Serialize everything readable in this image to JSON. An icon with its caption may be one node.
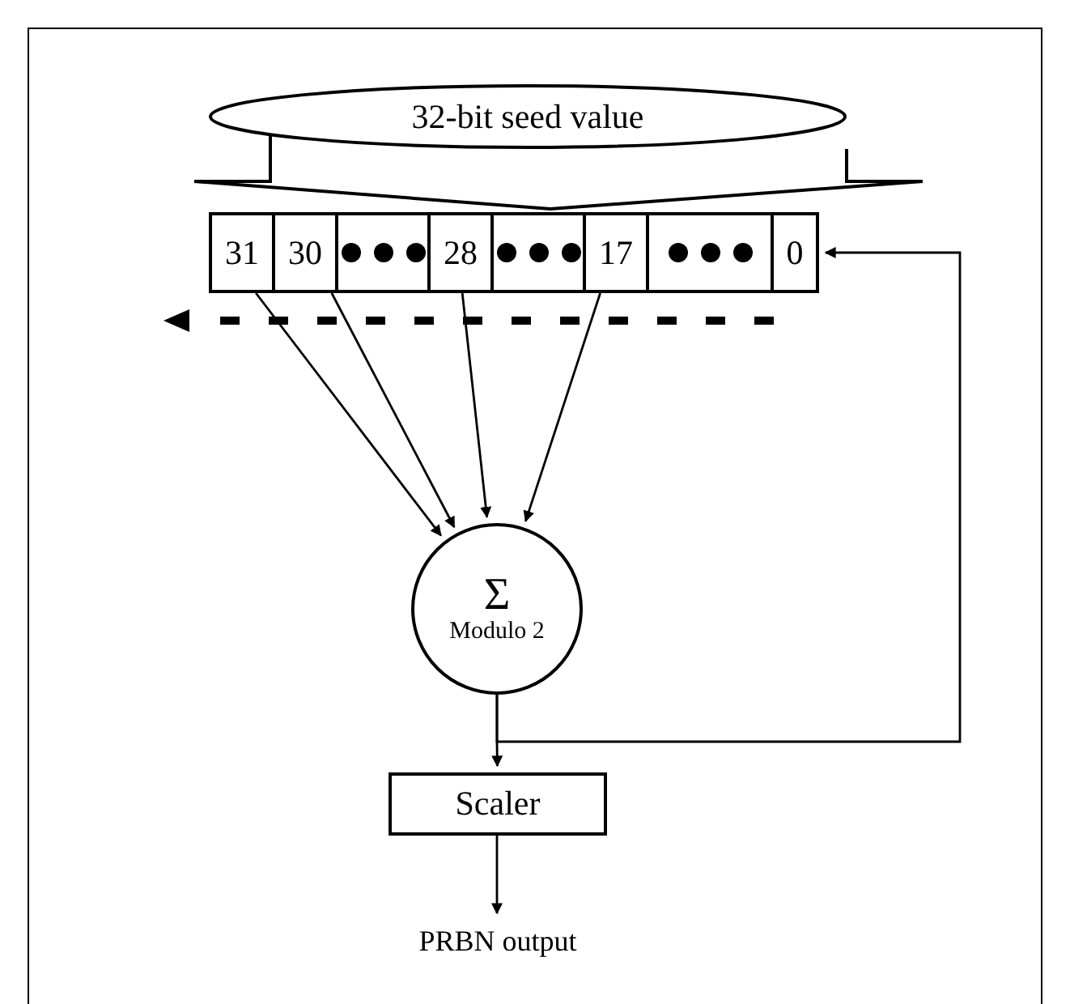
{
  "diagram": {
    "nodes": [
      {
        "text": [
          "32-bit seed value"
        ]
      },
      {
        "text": [
          "31"
        ]
      },
      {
        "text": [
          "30"
        ]
      },
      {
        "text": [],
        "shape": "box"
      },
      {
        "text": [
          "28"
        ]
      },
      {
        "text": [],
        "shape": "box"
      },
      {
        "text": [
          "17"
        ]
      },
      {
        "text": [],
        "shape": "box"
      },
      {
        "text": [
          "0"
        ]
      },
      {
        "text": [
          "Σ",
          "Modulo 2"
        ]
      },
      {
        "text": [
          "Scaler"
        ]
      },
      {
        "text": [
          "PRBN output"
        ]
      }
    ],
    "edges": [
      {
        "from": 1,
        "to": 9,
        "arrow": "to"
      },
      {
        "from": 2,
        "to": 9,
        "arrow": "to"
      },
      {
        "from": 4,
        "to": 9,
        "arrow": "to"
      },
      {
        "from": 6,
        "to": 9,
        "arrow": "to"
      },
      {
        "from": 9,
        "to": 10,
        "arrow": "to"
      },
      {
        "from": 9,
        "to": 8,
        "arrow": "to"
      },
      {
        "from": 10,
        "to": 11,
        "arrow": "to"
      }
    ]
  }
}
